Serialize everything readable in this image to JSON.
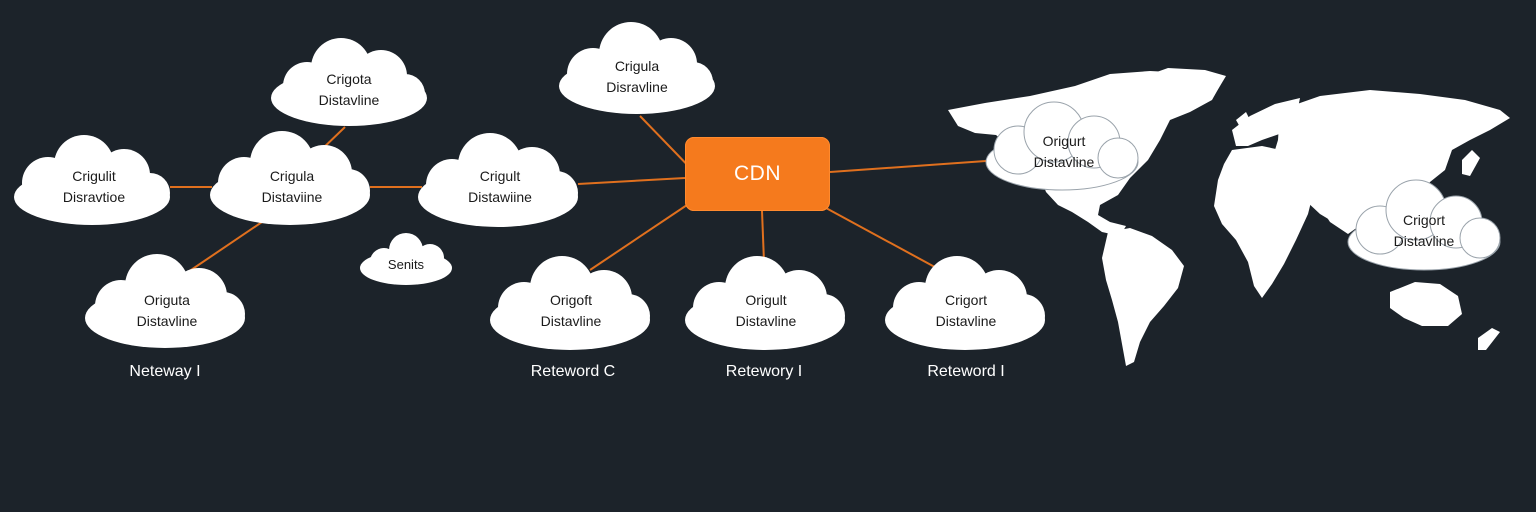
{
  "colors": {
    "background": "#1c232a",
    "accent": "#f57a1d",
    "connector": "#e0701e",
    "cloud_fill": "#ffffff",
    "map_fill": "#ffffff"
  },
  "hub": {
    "label": "CDN"
  },
  "nodes": {
    "left_top": {
      "line1": "Crigota",
      "line2": "Distavline"
    },
    "left_far": {
      "line1": "Crigulit",
      "line2": "Disravtioe"
    },
    "left_center": {
      "line1": "Crigula",
      "line2": "Distaviine"
    },
    "left_bottom": {
      "line1": "Origuta",
      "line2": "Distavline"
    },
    "left_inner": {
      "line1": "Crigult",
      "line2": "Distawiine"
    },
    "small": {
      "line1": "Senits"
    },
    "top_center": {
      "line1": "Crigula",
      "line2": "Disravline"
    },
    "bottom_1": {
      "line1": "Origoft",
      "line2": "Distavline"
    },
    "bottom_2": {
      "line1": "Origult",
      "line2": "Distavline"
    },
    "bottom_3": {
      "line1": "Crigort",
      "line2": "Distavline"
    },
    "map_north_america": {
      "line1": "Origurt",
      "line2": "Distavline"
    },
    "map_asia": {
      "line1": "Crigort",
      "line2": "Distavline"
    }
  },
  "network_labels": {
    "left": "Neteway I",
    "bottom_1": "Reteword C",
    "bottom_2": "Retewory I",
    "bottom_3": "Reteword I"
  },
  "map": {
    "icon": "world-map-icon"
  }
}
